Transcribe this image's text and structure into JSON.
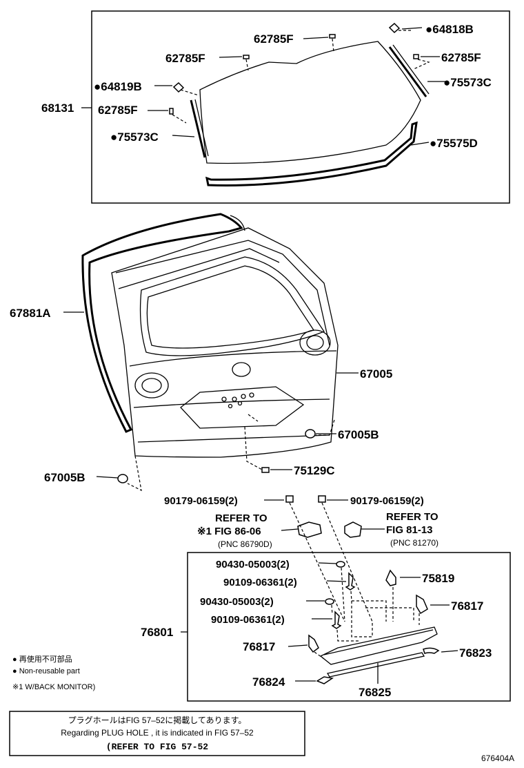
{
  "labels": {
    "p64818B": "●64818B",
    "p62785F_top": "62785F",
    "p62785F_left": "62785F",
    "p62785F_right": "62785F",
    "p64819B": "●64819B",
    "p75573C_right": "●75573C",
    "p68131": "68131",
    "p62785F_mid": "62785F",
    "p75573C_left": "●75573C",
    "p75575D": "●75575D",
    "p67881A": "67881A",
    "p67005": "67005",
    "p67005B_right": "67005B",
    "p67005B_left": "67005B",
    "p75129C": "75129C",
    "p90179_left": "90179-06159(2)",
    "p90179_right": "90179-06159(2)",
    "refer_left_1": "REFER TO",
    "refer_left_2": "※1 FIG 86-06",
    "refer_left_3": "(PNC 86790D)",
    "refer_right_1": "REFER TO",
    "refer_right_2": "FIG 81-13",
    "refer_right_3": "(PNC 81270)",
    "p90430_a": "90430-05003(2)",
    "p90109_a": "90109-06361(2)",
    "p90430_b": "90430-05003(2)",
    "p90109_b": "90109-06361(2)",
    "p75819": "75819",
    "p76817_right": "76817",
    "p76801": "76801",
    "p76817_left": "76817",
    "p76823": "76823",
    "p76824": "76824",
    "p76825": "76825"
  },
  "legend": {
    "line1": "● 再使用不可部品",
    "line2": "● Non-reusable part",
    "line3": "※1 W/BACK MONITOR)"
  },
  "note": {
    "jp": "プラグホールはFIG 57–52に掲載してあります。",
    "en": "Regarding  PLUG  HOLE , it is indicated in FIG  57–52",
    "ref": "(REFER TO FIG 57-52"
  },
  "figure_id": "676404A"
}
